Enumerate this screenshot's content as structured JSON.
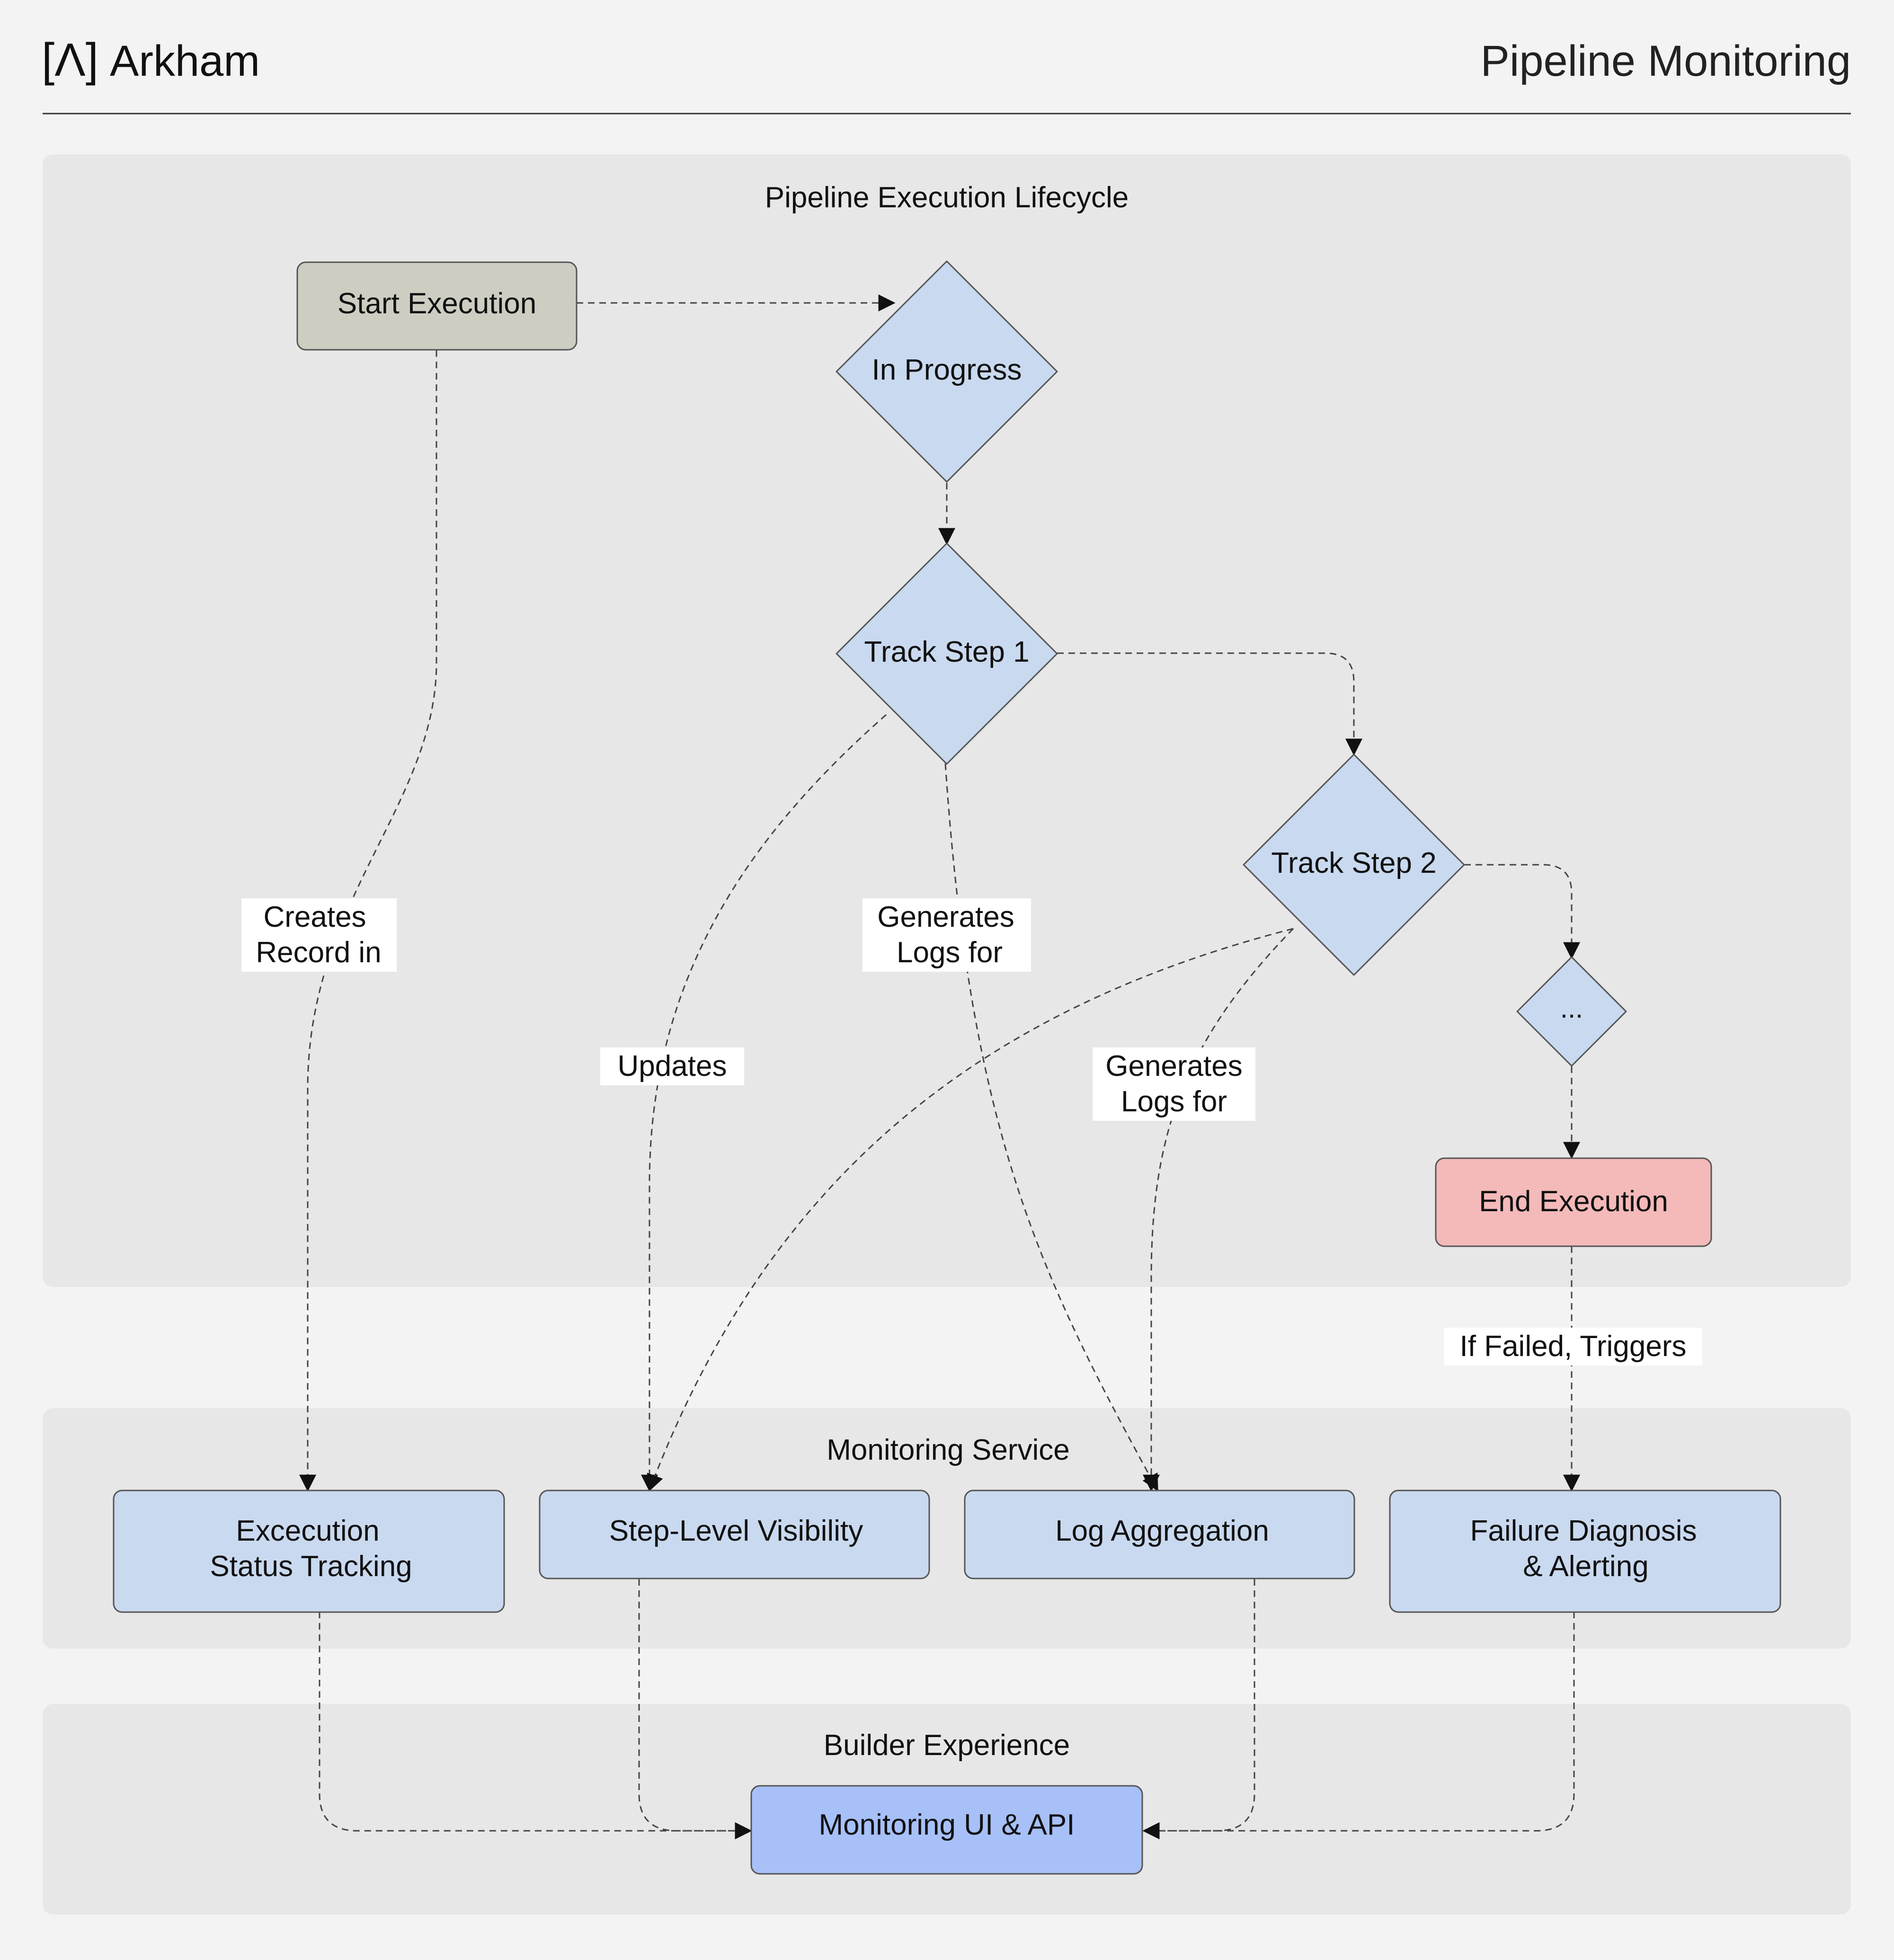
{
  "header": {
    "brand_mark": "[Λ]",
    "brand_name": "Arkham",
    "title": "Pipeline Monitoring"
  },
  "colors": {
    "page_background": "#f3f3f3",
    "panel_background": "#e7e7e7",
    "start_node": "#cdcdc2",
    "step_node": "#c9d9ef",
    "end_node": "#f4b9b9",
    "ui_node": "#a7c0f8",
    "stroke": "#555555",
    "text": "#111111"
  },
  "panels": {
    "lifecycle": "Pipeline Execution Lifecycle",
    "monitoring": "Monitoring Service",
    "builder": "Builder Experience"
  },
  "nodes": {
    "start": "Start Execution",
    "in_progress": "In Progress",
    "track_step_1": "Track Step 1",
    "track_step_2": "Track Step 2",
    "ellipsis": "...",
    "end": "End Execution",
    "status_tracking_line1": "Excecution",
    "status_tracking_line2": "Status Tracking",
    "step_visibility": "Step-Level Visibility",
    "log_aggregation": "Log Aggregation",
    "failure_line1": "Failure Diagnosis",
    "failure_line2": "& Alerting",
    "monitoring_ui": "Monitoring UI & API"
  },
  "edge_labels": {
    "creates_line1": "Creates",
    "creates_line2": "Record in",
    "updates": "Updates",
    "gen1_line1": "Generates",
    "gen1_line2": "Logs for",
    "gen2_line1": "Generates",
    "gen2_line2": "Logs for",
    "if_failed": "If Failed, Triggers"
  }
}
